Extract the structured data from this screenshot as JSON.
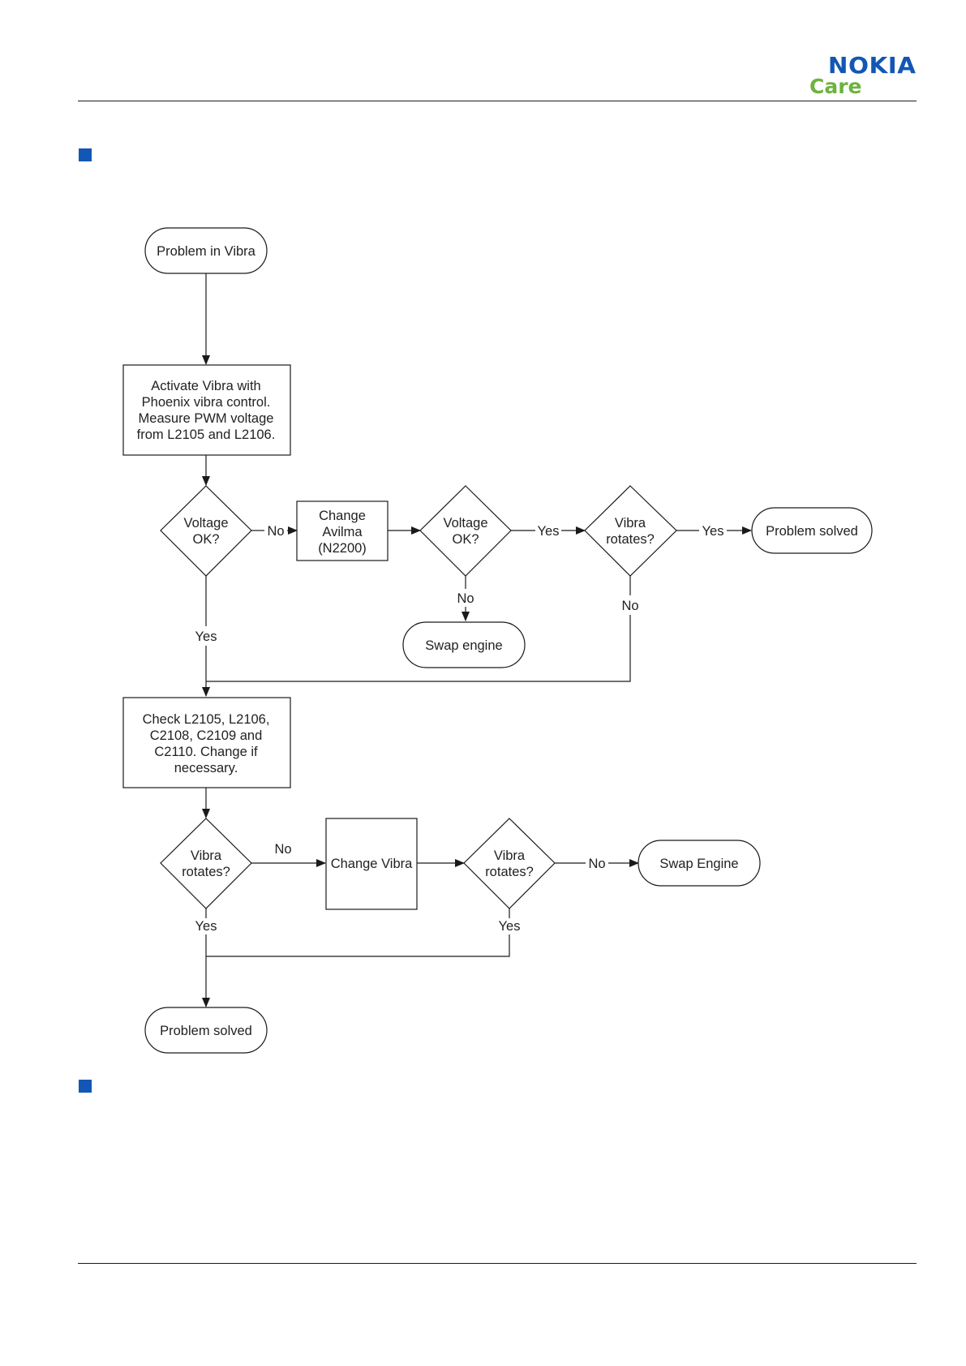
{
  "header": {
    "brand": "NOKIA",
    "sub_brand": "Care",
    "brand_color": "#1257b5",
    "sub_brand_color": "#6db33f"
  },
  "flowchart": {
    "start": "Problem in Vibra",
    "activate": [
      "Activate Vibra with",
      "Phoenix vibra control.",
      "Measure PWM voltage",
      "from L2105 and L2106."
    ],
    "voltage_ok_1": [
      "Voltage",
      "OK?"
    ],
    "change_avilma": [
      "Change",
      "Avilma",
      "(N2200)"
    ],
    "voltage_ok_2": [
      "Voltage",
      "OK?"
    ],
    "vibra_rotates_1": [
      "Vibra",
      "rotates?"
    ],
    "problem_solved_1": "Problem solved",
    "swap_engine_1": "Swap engine",
    "check": [
      "Check L2105, L2106,",
      "C2108, C2109 and",
      "C2110. Change if",
      "necessary."
    ],
    "vibra_rotates_2": [
      "Vibra",
      "rotates?"
    ],
    "change_vibra": "Change Vibra",
    "vibra_rotates_3": [
      "Vibra",
      "rotates?"
    ],
    "swap_engine_2": "Swap Engine",
    "problem_solved_2": "Problem solved",
    "labels": {
      "no": "No",
      "yes": "Yes"
    }
  }
}
